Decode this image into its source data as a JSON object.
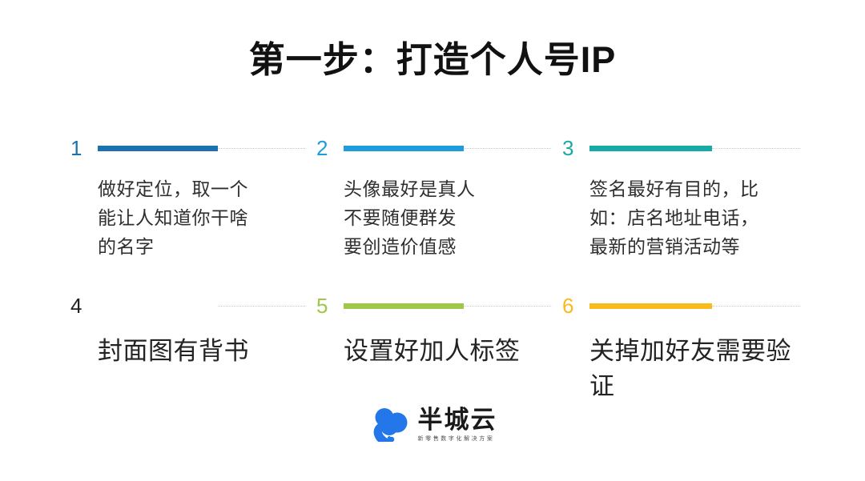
{
  "slide": {
    "title": "第一步：打造个人号IP",
    "background_color": "#ffffff"
  },
  "steps": [
    {
      "number": "1",
      "color": "#1B72AE",
      "text": "做好定位，取一个\n能让人知道你干啥\n的名字",
      "size": "small"
    },
    {
      "number": "2",
      "color": "#1E9CDC",
      "text": "头像最好是真人\n不要随便群发\n要创造价值感",
      "size": "small"
    },
    {
      "number": "3",
      "color": "#17AAA6",
      "text": "签名最好有目的，比\n如：店名地址电话，\n最新的营销活动等",
      "size": "small"
    },
    {
      "number": "4",
      "color": "#4CA css",
      "text": "封面图有背书",
      "size": "large"
    },
    {
      "number": "5",
      "color": "#9EC84A",
      "text": "设置好加人标签",
      "size": "large"
    },
    {
      "number": "6",
      "color": "#F9BB1B",
      "text": "关掉加好友需要验\n证",
      "size": "large"
    }
  ],
  "footer": {
    "logo_name": "半城云",
    "logo_tagline": "新零售数字化解决方案",
    "logo_color": "#2477E8"
  }
}
